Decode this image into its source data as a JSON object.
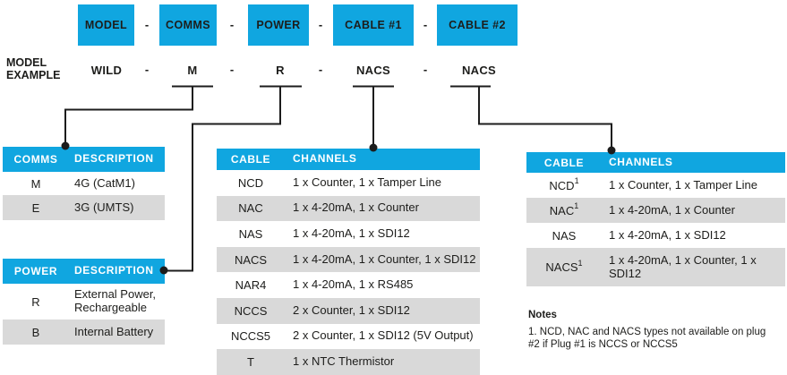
{
  "palette": {
    "accent_blue": "#10a6e0",
    "row_gray": "#d9d9d9",
    "line_black": "#1c1c1c",
    "text": "#1d1d1b",
    "header_text": "#ffffff"
  },
  "top_row": {
    "separator": "-",
    "boxes": [
      "MODEL",
      "COMMS",
      "POWER",
      "CABLE #1",
      "CABLE #2"
    ]
  },
  "example": {
    "label_line1": "MODEL",
    "label_line2": "EXAMPLE",
    "separator": "-",
    "values": [
      "WILD",
      "M",
      "R",
      "NACS",
      "NACS"
    ]
  },
  "comms": {
    "headers": [
      "COMMS",
      "DESCRIPTION"
    ],
    "rows": [
      [
        "M",
        "4G (CatM1)"
      ],
      [
        "E",
        "3G (UMTS)"
      ]
    ]
  },
  "power": {
    "headers": [
      "POWER",
      "DESCRIPTION"
    ],
    "rows": [
      [
        "R",
        "External Power, Rechargeable"
      ],
      [
        "B",
        "Internal Battery"
      ]
    ]
  },
  "cable1": {
    "headers": [
      "CABLE",
      "CHANNELS"
    ],
    "rows": [
      [
        "NCD",
        "1 x Counter, 1 x Tamper Line"
      ],
      [
        "NAC",
        "1 x 4-20mA, 1 x Counter"
      ],
      [
        "NAS",
        "1 x 4-20mA, 1 x SDI12"
      ],
      [
        "NACS",
        "1 x 4-20mA, 1 x Counter, 1 x SDI12"
      ],
      [
        "NAR4",
        "1 x 4-20mA, 1 x RS485"
      ],
      [
        "NCCS",
        "2 x Counter, 1 x SDI12"
      ],
      [
        "NCCS5",
        "2 x Counter, 1 x SDI12 (5V Output)"
      ],
      [
        "T",
        "1 x NTC Thermistor"
      ]
    ]
  },
  "cable2": {
    "headers": [
      "CABLE",
      "CHANNELS"
    ],
    "rows": [
      {
        "code": "NCD",
        "sup": "1",
        "channels": "1 x Counter, 1 x Tamper Line"
      },
      {
        "code": "NAC",
        "sup": "1",
        "channels": "1 x 4-20mA, 1 x Counter"
      },
      {
        "code": "NAS",
        "sup": "",
        "channels": "1 x 4-20mA, 1 x SDI12"
      },
      {
        "code": "NACS",
        "sup": "1",
        "channels": "1 x 4-20mA, 1 x Counter, 1 x SDI12"
      }
    ]
  },
  "notes": {
    "title": "Notes",
    "line1": "1. NCD, NAC and NACS types not available on plug",
    "line2": "#2 if Plug #1 is NCCS or NCCS5"
  }
}
